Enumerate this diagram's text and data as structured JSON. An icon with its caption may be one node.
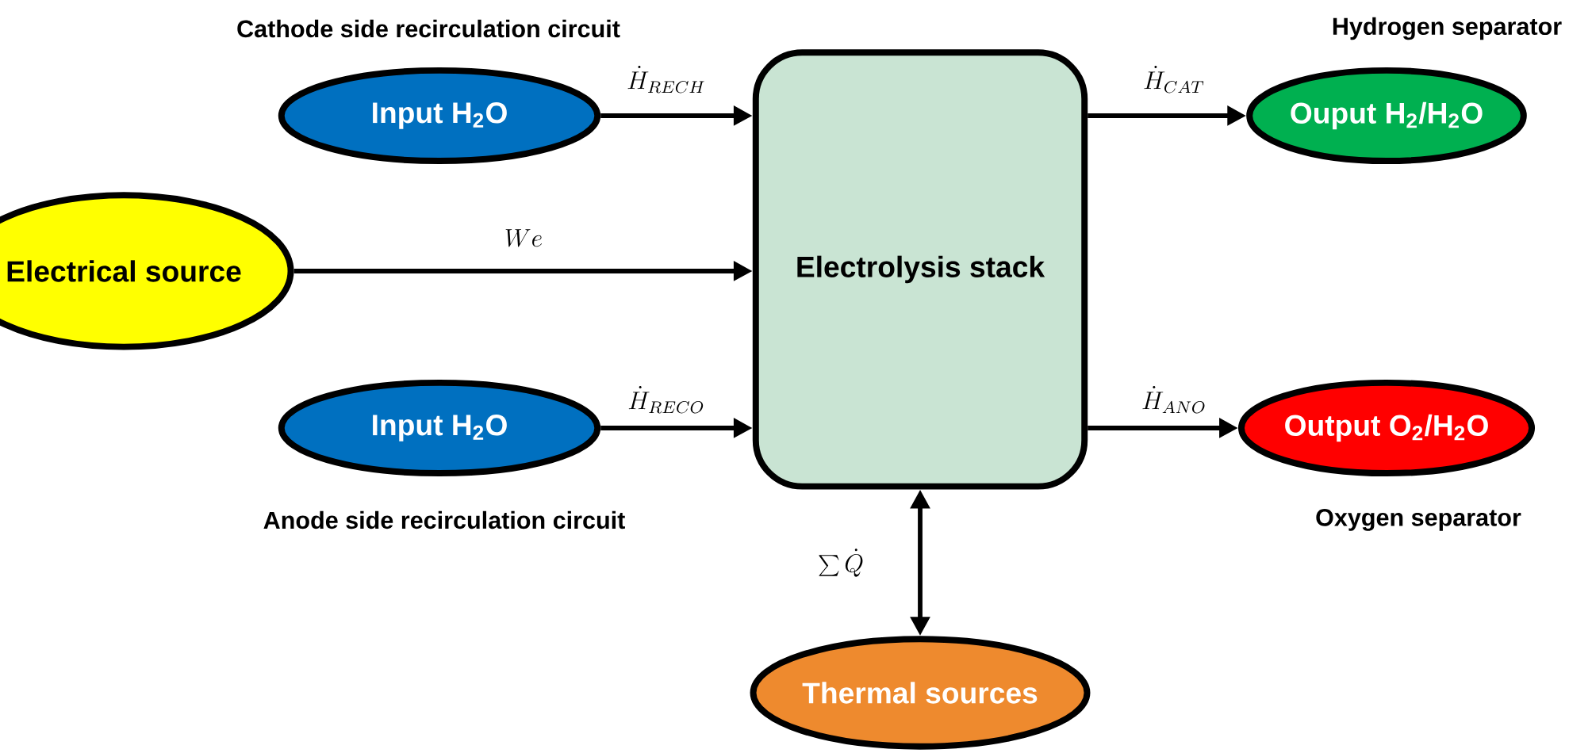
{
  "diagram": {
    "nodes": [
      {
        "text": [
          "Input H$_{2}$O"
        ],
        "beside": [
          "Cathode side recirculation circuit"
        ]
      },
      {
        "text": [
          "Electrical source"
        ]
      },
      {
        "text": [
          "Input H$_{2}$O"
        ],
        "beside": [
          "Anode side recirculation circuit"
        ]
      },
      {
        "text": [
          "Electrolysis stack"
        ]
      },
      {
        "text": [
          "Ouput H$_{2}$/H$_{2}$O"
        ],
        "beside": [
          "Hydrogen separator"
        ]
      },
      {
        "text": [
          "Output O$_{2}$/H$_{2}$O"
        ],
        "beside": [
          "Oxygen separator"
        ]
      },
      {
        "text": [
          "Thermal sources"
        ]
      }
    ],
    "edges": [
      {
        "from": 0,
        "to": 3,
        "arrow": "to",
        "label": "\\dot{H}_{RECH}"
      },
      {
        "from": 1,
        "to": 3,
        "arrow": "to",
        "label": "We"
      },
      {
        "from": 2,
        "to": 3,
        "arrow": "to",
        "label": "\\dot{H}_{RECO}"
      },
      {
        "from": 3,
        "to": 4,
        "arrow": "to",
        "label": "\\dot{H}_{CAT}"
      },
      {
        "from": 3,
        "to": 5,
        "arrow": "to",
        "label": "\\dot{H}_{ANO}"
      },
      {
        "from": 3,
        "to": 6,
        "arrow": "both",
        "label": "\\sum\\dot{Q}"
      }
    ]
  }
}
